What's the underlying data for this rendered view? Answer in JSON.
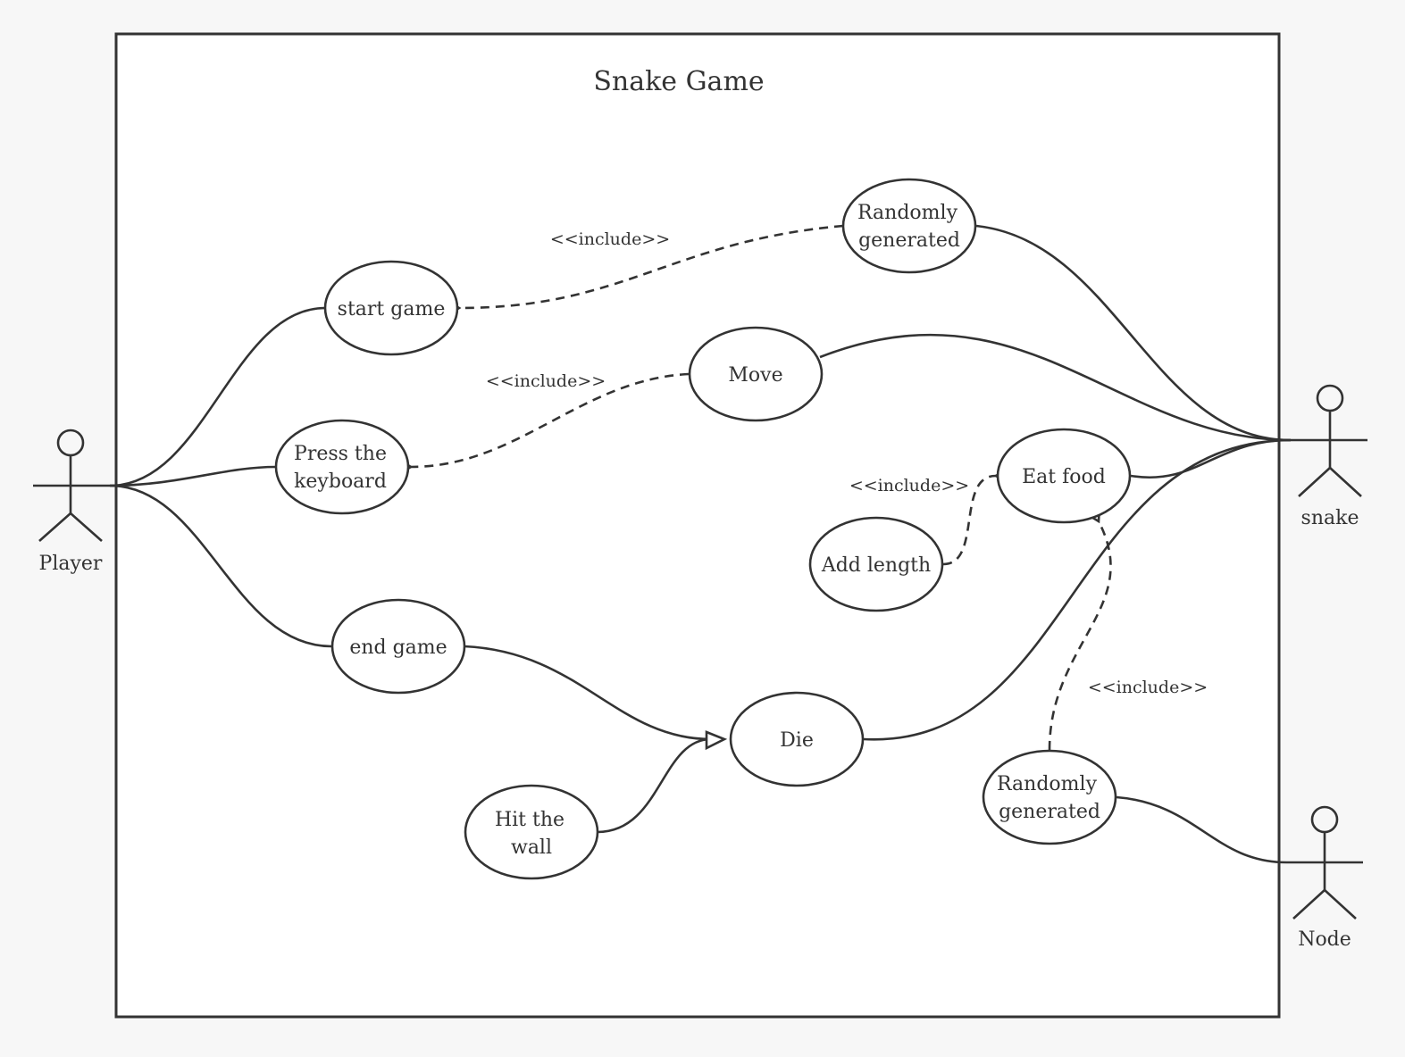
{
  "title": "Snake Game",
  "actors": {
    "player": "Player",
    "snake": "snake",
    "node": "Node"
  },
  "use_cases": {
    "start_game": "start game",
    "press_keyboard_1": "Press the",
    "press_keyboard_2": "keyboard",
    "end_game": "end game",
    "hit_wall_1": "Hit the",
    "hit_wall_2": "wall",
    "die": "Die",
    "move": "Move",
    "random_top_1": "Randomly",
    "random_top_2": "generated",
    "eat_food": "Eat food",
    "add_length": "Add length",
    "random_bottom_1": "Randomly",
    "random_bottom_2": "generated"
  },
  "stereotypes": {
    "include_1": "<<include>>",
    "include_2": "<<include>>",
    "include_3": "<<include>>",
    "include_4": "<<include>>"
  },
  "colors": {
    "stroke": "#333333",
    "background": "#f7f7f7",
    "boundary_fill": "#ffffff"
  }
}
